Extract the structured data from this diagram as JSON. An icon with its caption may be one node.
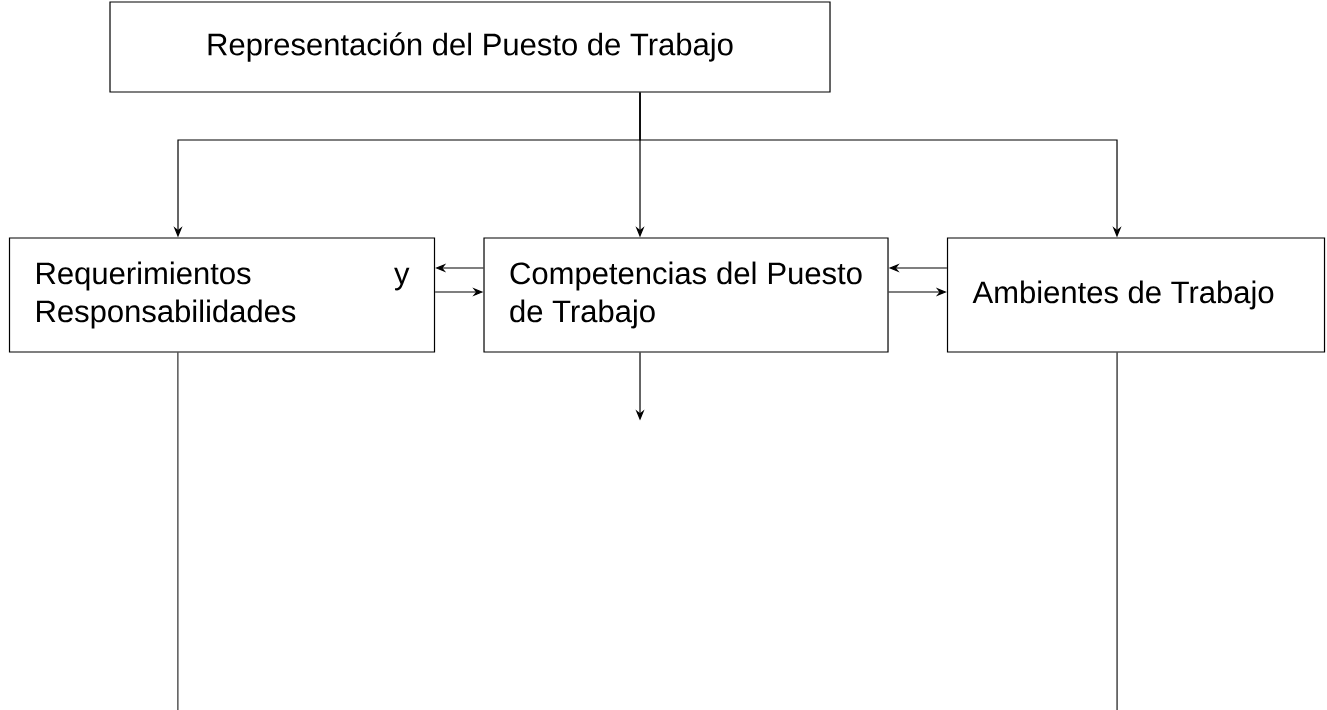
{
  "diagram": {
    "nodes": [
      {
        "text": [
          "Representación del Puesto de Trabajo"
        ]
      },
      {
        "text": [
          "Requerimientos y Responsabilidades"
        ]
      },
      {
        "text": [
          "Competencias del Puesto de Trabajo"
        ]
      },
      {
        "text": [
          "Ambientes de Trabajo"
        ]
      }
    ],
    "edges": [
      {
        "from": 0,
        "to": 1,
        "arrow": "to"
      },
      {
        "from": 0,
        "to": 2,
        "arrow": "to"
      },
      {
        "from": 0,
        "to": 3,
        "arrow": "to"
      },
      {
        "from": 2,
        "to": 1,
        "arrow": "to"
      },
      {
        "from": 1,
        "to": 2,
        "arrow": "to"
      },
      {
        "from": 3,
        "to": 2,
        "arrow": "to"
      },
      {
        "from": 2,
        "to": 3,
        "arrow": "to"
      },
      {
        "from": 2,
        "to": null,
        "arrow": "to"
      },
      {
        "from": 1,
        "to": null,
        "arrow": "none"
      },
      {
        "from": 3,
        "to": null,
        "arrow": "none"
      }
    ]
  }
}
